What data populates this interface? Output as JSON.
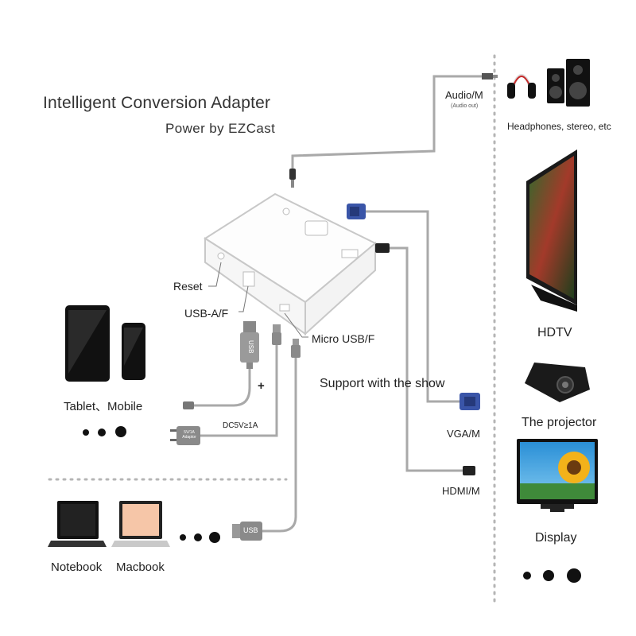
{
  "header": {
    "title": "Intelligent Conversion Adapter",
    "subtitle": "Power by EZCast"
  },
  "adapter": {
    "ports": {
      "reset": "Reset",
      "usb_af": "USB-A/F",
      "micro_usb": "Micro USB/F"
    }
  },
  "outputs": {
    "audio": {
      "label": "Audio/M",
      "sublabel": "(Audio out)",
      "devices": "Headphones, stereo, etc"
    },
    "vga": {
      "label": "VGA/M"
    },
    "hdmi": {
      "label": "HDMI/M"
    }
  },
  "displays": {
    "hdtv": "HDTV",
    "projector": "The projector",
    "display": "Display"
  },
  "sources": {
    "tablet_mobile": "Tablet、Mobile",
    "notebook": "Notebook",
    "macbook": "Macbook"
  },
  "power": {
    "plus": "+",
    "spec": "DC5V≥1A",
    "adaptor_text": "5V/1A Adaptor",
    "usb_plug": "USB"
  },
  "support_text": "Support with the show",
  "colors": {
    "cable": "#a9a9a9",
    "dotted_divider": "#b5b5b5",
    "vga_blue": "#3a55a8",
    "device_dark": "#111111"
  }
}
